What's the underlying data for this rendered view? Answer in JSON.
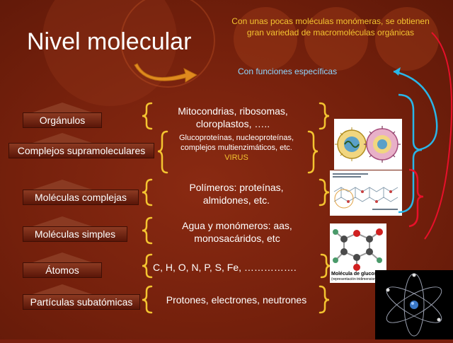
{
  "slide": {
    "title": "Nivel molecular",
    "intro": "Con unas pocas moléculas monómeras, se obtienen gran variedad de macromoléculas orgánicas",
    "functions": "Con funciones específicas"
  },
  "levels": [
    {
      "label": "Orgánulos",
      "description": "Mitocondrias, ribosomas, cloroplastos, ….."
    },
    {
      "label": "Complejos supramoleculares",
      "description": "Glucoproteínas, nucleoproteínas, complejos multienzimáticos, etc.",
      "highlight": "VIRUS"
    },
    {
      "label": "Moléculas complejas",
      "description": "Polímeros: proteínas, almidones, etc."
    },
    {
      "label": "Moléculas simples",
      "description": "Agua y monómeros: aas, monosacáridos, etc"
    },
    {
      "label": "Átomos",
      "description": "C, H, O, N, P, S, Fe, ……………."
    },
    {
      "label": "Partículas subatómicas",
      "description": "Protones, electrones, neutrones"
    }
  ],
  "images": {
    "glucose_caption": "Molécula de glucosa",
    "glucose_sub": "(representación tridimensional)"
  },
  "colors": {
    "background": "#7a1f0e",
    "accent_yellow": "#f4c430",
    "accent_blue": "#8fd7ff",
    "brace_cyan": "#29b6e8",
    "brace_red": "#e8102a",
    "curve_orange": "#e08a1e"
  }
}
